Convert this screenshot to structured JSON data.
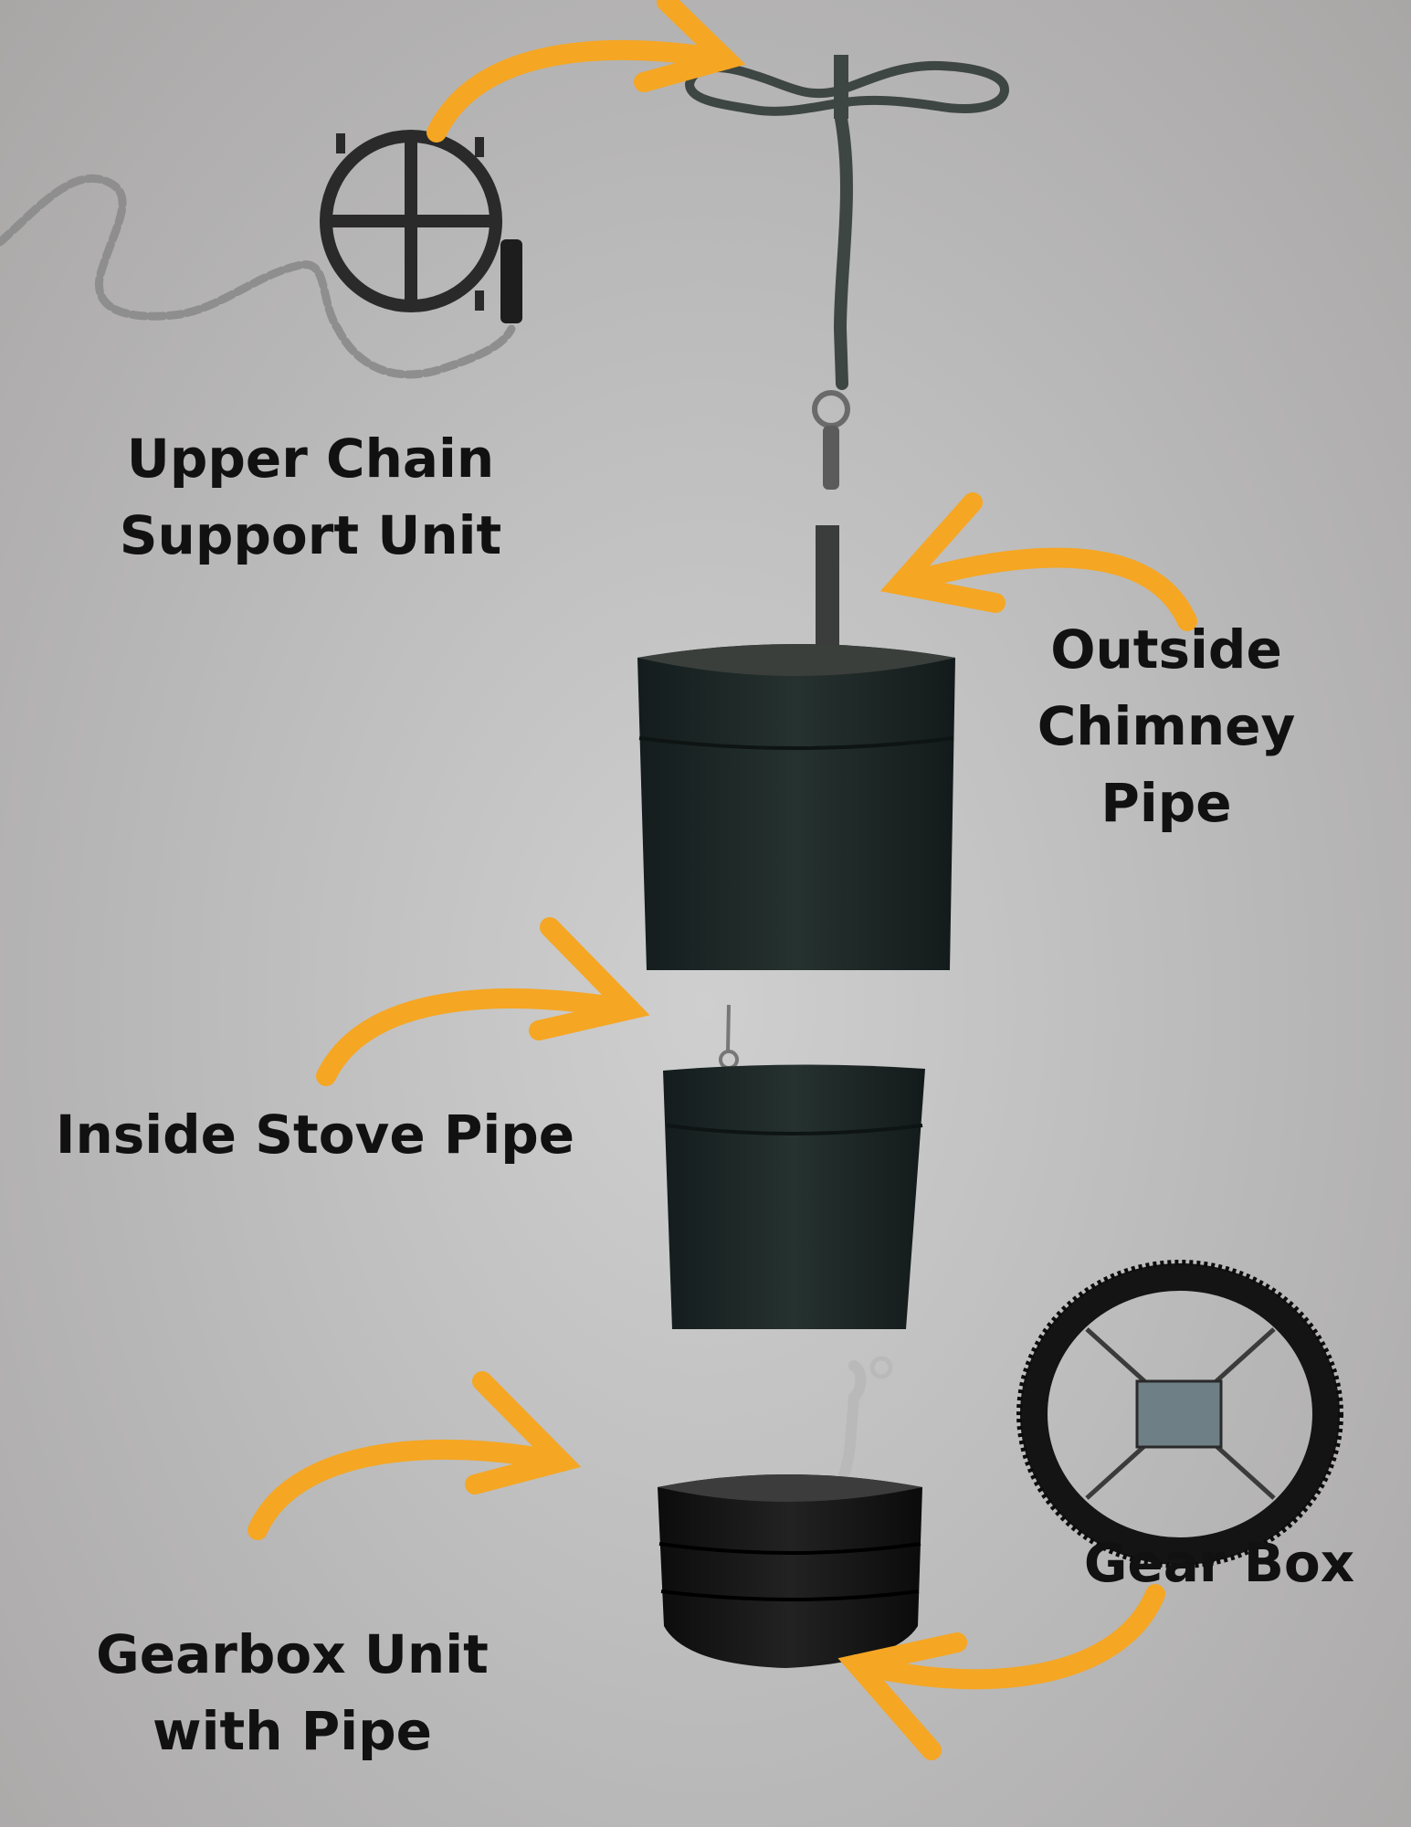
{
  "labels": {
    "upper_chain": [
      "Upper Chain",
      "Support Unit"
    ],
    "outside_chimney": [
      "Outside",
      "Chimney Pipe"
    ],
    "inside_stove": [
      "Inside Stove Pipe"
    ],
    "gear_box": [
      "Gear Box"
    ],
    "gearbox_unit": [
      "Gearbox Unit",
      "with Pipe"
    ]
  },
  "colors": {
    "arrow": "#F5A623",
    "pipe": "#1f2a2b",
    "metal": "#2a2a2a",
    "chain": "#8e8e8e",
    "text": "#111111"
  },
  "icons": [
    "chain-icon",
    "wheel-icon",
    "hook-icon",
    "pipe-icon",
    "gear-ring-icon",
    "arrow-icon"
  ]
}
